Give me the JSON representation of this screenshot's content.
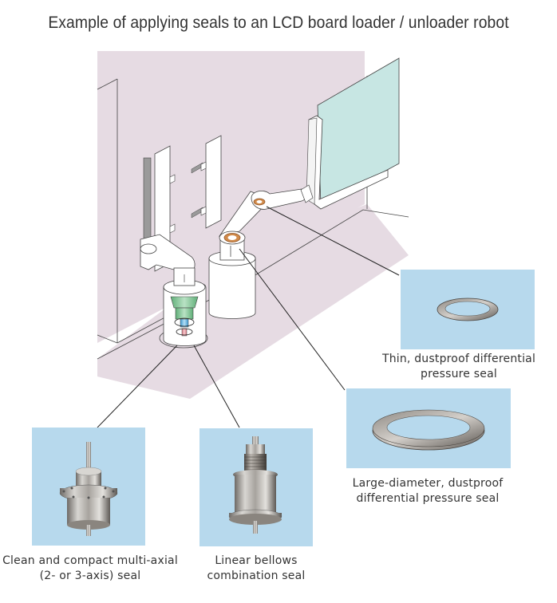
{
  "title": "Example of applying seals to an LCD board loader / unloader robot",
  "colors": {
    "wall": "#e6dbe3",
    "floor": "#e6dbe3",
    "glass_panel": "#c7e6e3",
    "photo_background": "#b7d9ed",
    "seal_ring": "#c07a3e",
    "green_component": "#86c79a",
    "blue_component": "#6ab7e0",
    "red_component": "#e69aa0",
    "leader_line": "#222222"
  },
  "illustration": {
    "subject": "LCD board loader / unloader robot",
    "icons": [
      "robot-arm-icon",
      "glass-board-icon",
      "seal-ring-icon"
    ]
  },
  "products": [
    {
      "id": "thin-dustproof",
      "caption_lines": [
        "Thin, dustproof differential",
        "pressure seal"
      ],
      "image": "thin-seal-ring"
    },
    {
      "id": "large-diameter",
      "caption_lines": [
        "Large-diameter, dustproof",
        "differential pressure seal"
      ],
      "image": "large-seal-ring"
    },
    {
      "id": "multi-axial",
      "caption_lines": [
        "Clean and compact multi-axial",
        "(2- or 3-axis) seal"
      ],
      "image": "multi-axial-seal"
    },
    {
      "id": "linear-bellows",
      "caption_lines": [
        "Linear bellows",
        "combination seal"
      ],
      "image": "bellows-seal"
    }
  ]
}
